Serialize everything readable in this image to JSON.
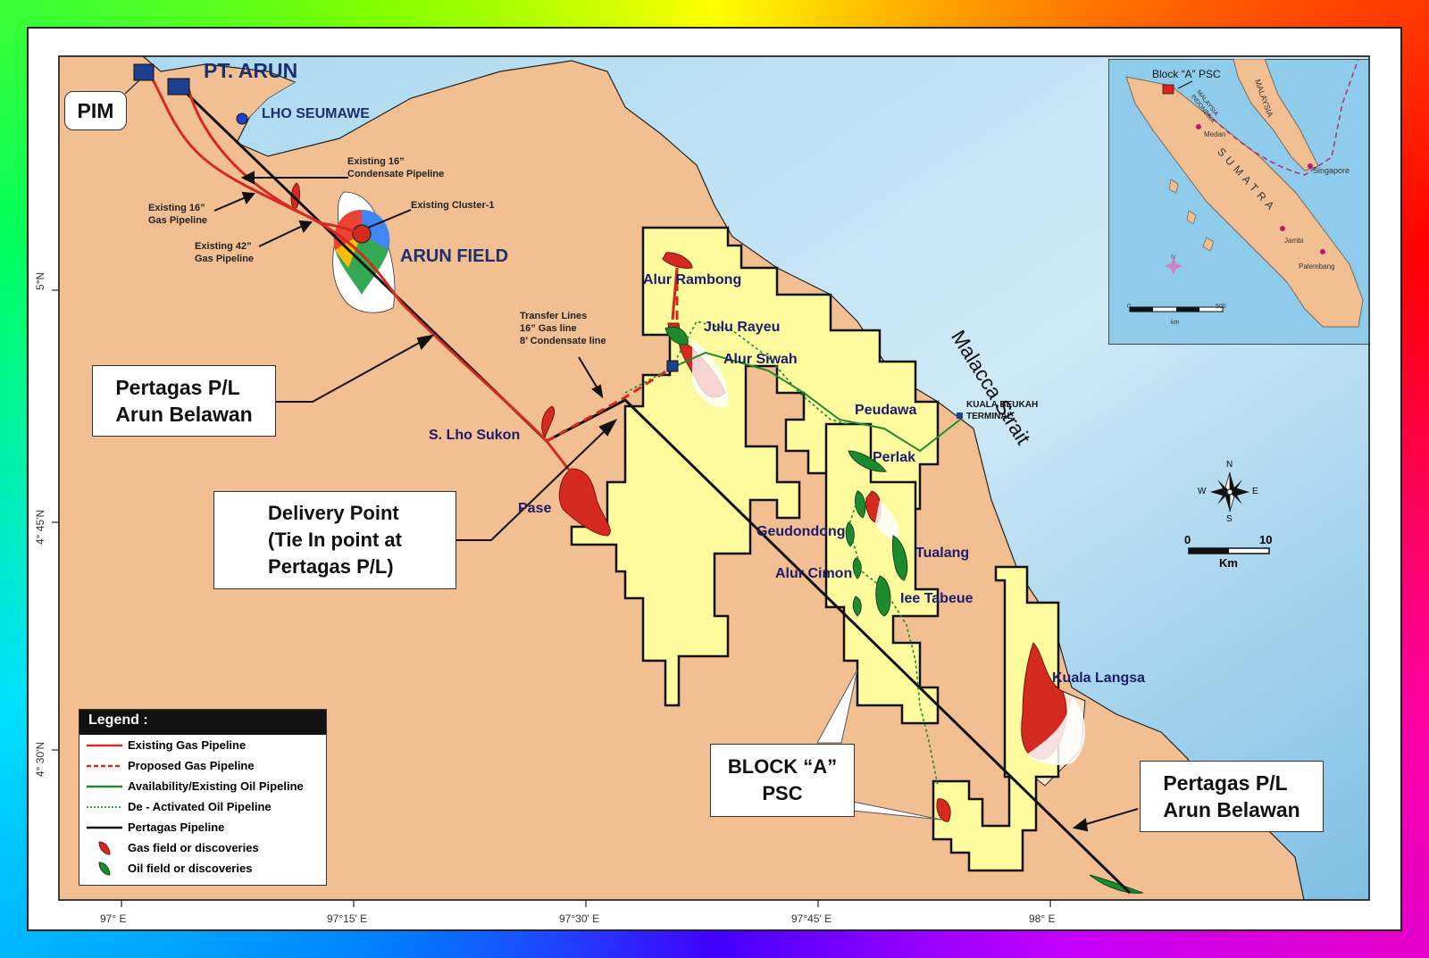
{
  "map": {
    "places": {
      "pt_arun": "PT. ARUN",
      "pim": "PIM",
      "lho_seumawe": "LHO SEUMAWE",
      "arun_field": "ARUN FIELD",
      "malacca_strait": "Malacca Strait",
      "kuala_beukah": "KUALA BEUKAH\nTERMINAL"
    },
    "fields": {
      "alur_rambong": "Alur Rambong",
      "julu_rayeu": "Julu Rayeu",
      "alur_siwah": "Alur Siwah",
      "s_lho_sukon": "S. Lho Sukon",
      "pase": "Pase",
      "peudawa": "Peudawa",
      "perlak": "Perlak",
      "geudondong": "Geudondong",
      "tualang": "Tualang",
      "alur_cimon": "Alur Cimon",
      "iee_tabeue": "Iee Tabeue",
      "kuala_langsa": "Kuala Langsa"
    },
    "annotations": {
      "cond16": "Existing 16”\nCondensate Pipeline",
      "gas16": "Existing 16”\nGas Pipeline",
      "gas42": "Existing 42”\nGas Pipeline",
      "cluster1": "Existing Cluster-1",
      "transfer": "Transfer Lines\n16” Gas line\n8’ Condensate line"
    },
    "callouts": {
      "pertagas1": "Pertagas P/L\nArun Belawan",
      "delivery": "Delivery Point\n(Tie In point at\nPertagas P/L)",
      "block_a": "BLOCK “A”\nPSC",
      "pertagas2": "Pertagas P/L\nArun Belawan"
    },
    "lat_ticks": [
      "5°N",
      "4° 45'N",
      "4° 30'N"
    ],
    "lon_ticks": [
      "97° E",
      "97°15' E",
      "97°30' E",
      "97°45' E",
      "98° E"
    ],
    "scale": {
      "zero": "0",
      "ten": "10",
      "unit": "Km"
    },
    "compass": {
      "n": "N",
      "s": "S",
      "e": "E",
      "w": "W"
    }
  },
  "inset": {
    "block_label": "Block “A” PSC",
    "malaysia": "MALAYSIA",
    "malaysia_indonesia": "MALAYSIA\nINDONESIA",
    "sumatra": "SUMATRA",
    "medan": "Medan",
    "singapore": "Singapore",
    "jambi": "Jambi",
    "palembang": "Palembang",
    "n": "N",
    "scale_zero": "0",
    "scale_500": "500",
    "scale_unit": "km"
  },
  "legend": {
    "title": "Legend :",
    "items": [
      "Existing Gas Pipeline",
      "Proposed Gas Pipeline",
      "Availability/Existing Oil Pipeline",
      "De - Activated Oil Pipeline",
      "Pertagas Pipeline",
      "Gas field or discoveries",
      "Oil field or discoveries"
    ]
  },
  "colors": {
    "land": "#f2bf92",
    "sea": "#8fcbea",
    "block": "#fdfb9e",
    "gas": "#d42a1f",
    "oil": "#1e8a2e"
  }
}
